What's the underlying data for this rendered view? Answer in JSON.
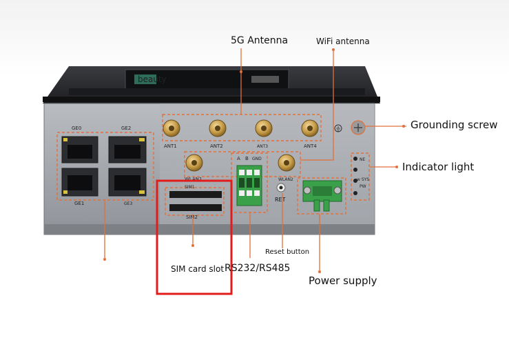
{
  "callouts": {
    "antenna_5g": "5G Antenna",
    "wifi_antenna": "WiFi antenna",
    "grounding_screw": "Grounding screw",
    "indicator_light": "Indicator light",
    "reset_button": "Reset button",
    "sim_card_slot": "SIM card slot",
    "serial": "RS232/RS485",
    "power_supply": "Power supply"
  },
  "watermark": "beauty",
  "panel_labels": {
    "ge0": "GE0",
    "ge2": "GE2",
    "ge1": "GE1",
    "ge3": "GE3",
    "ant1": "ANT1",
    "ant2": "ANT2",
    "ant3": "ANT3",
    "ant4": "ANT4",
    "wlan1": "WLAN1",
    "wlan2": "WLAN2",
    "sim1": "SIM1",
    "sim2": "SIM2",
    "ret": "RET",
    "ne": "NE",
    "sys": "w SYS",
    "pw": "PW",
    "a": "A",
    "b": "B",
    "gnd": "GND"
  },
  "colors": {
    "annotation": "#e2703a",
    "highlight_box": "#e21b1b",
    "panel": "#a9adb3",
    "housing": "#2b2c30",
    "terminal_green": "#3aa04a"
  }
}
